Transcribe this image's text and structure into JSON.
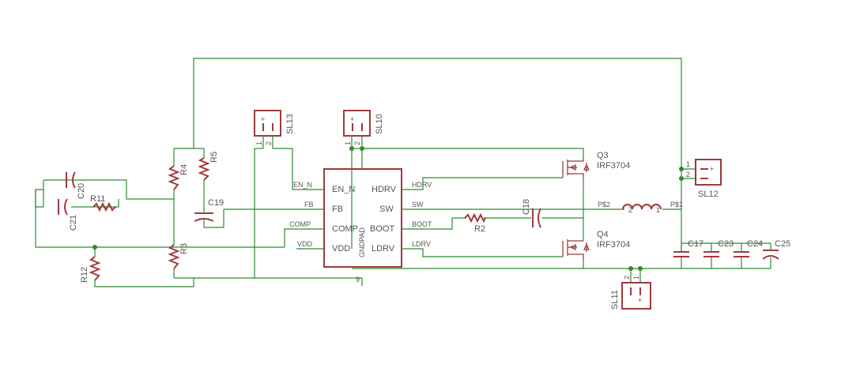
{
  "ic": {
    "left_pins": [
      "EN_N",
      "FB",
      "COMP",
      "VDD"
    ],
    "right_pins": [
      "HDRV",
      "SW",
      "BOOT",
      "LDRV"
    ],
    "gnd_pad": "GNDPAD",
    "gnd_pin": "9"
  },
  "net_labels": {
    "en_n": "EN_N",
    "fb": "FB",
    "comp": "COMP",
    "vdd": "VDD",
    "hdrv": "HDRV",
    "sw": "SW",
    "boot": "BOOT",
    "ldrv": "LDRV"
  },
  "resistors": {
    "r4": "R4",
    "r5": "R5",
    "r11": "R11",
    "r3": "R3",
    "r12": "R12",
    "r2": "R2"
  },
  "capacitors": {
    "c20": "C20",
    "c21": "C21",
    "c19": "C19",
    "c18": "C18",
    "c17": "C17",
    "c23": "C23",
    "c24": "C24",
    "c25": "C25"
  },
  "inductor": {
    "pin1": "2",
    "pin2": "1",
    "label_left": "P$2",
    "label_right": "P$1"
  },
  "mosfets": {
    "q3": {
      "name": "Q3",
      "value": "IRF3704"
    },
    "q4": {
      "name": "Q4",
      "value": "IRF3704"
    }
  },
  "connectors": {
    "sl13": {
      "name": "SL13",
      "pin_a": "1",
      "pin_b": "2"
    },
    "sl10": {
      "name": "SL10",
      "pin_a": "1",
      "pin_b": "2"
    },
    "sl12": {
      "name": "SL12",
      "pin_a": "1",
      "pin_b": "2"
    },
    "sl11": {
      "name": "SL11",
      "pin_a": "2",
      "pin_b": "1"
    }
  },
  "colors": {
    "wire": "#2e8b2e",
    "part": "#9e3b3b",
    "label": "#555555",
    "background": "#ffffff"
  }
}
